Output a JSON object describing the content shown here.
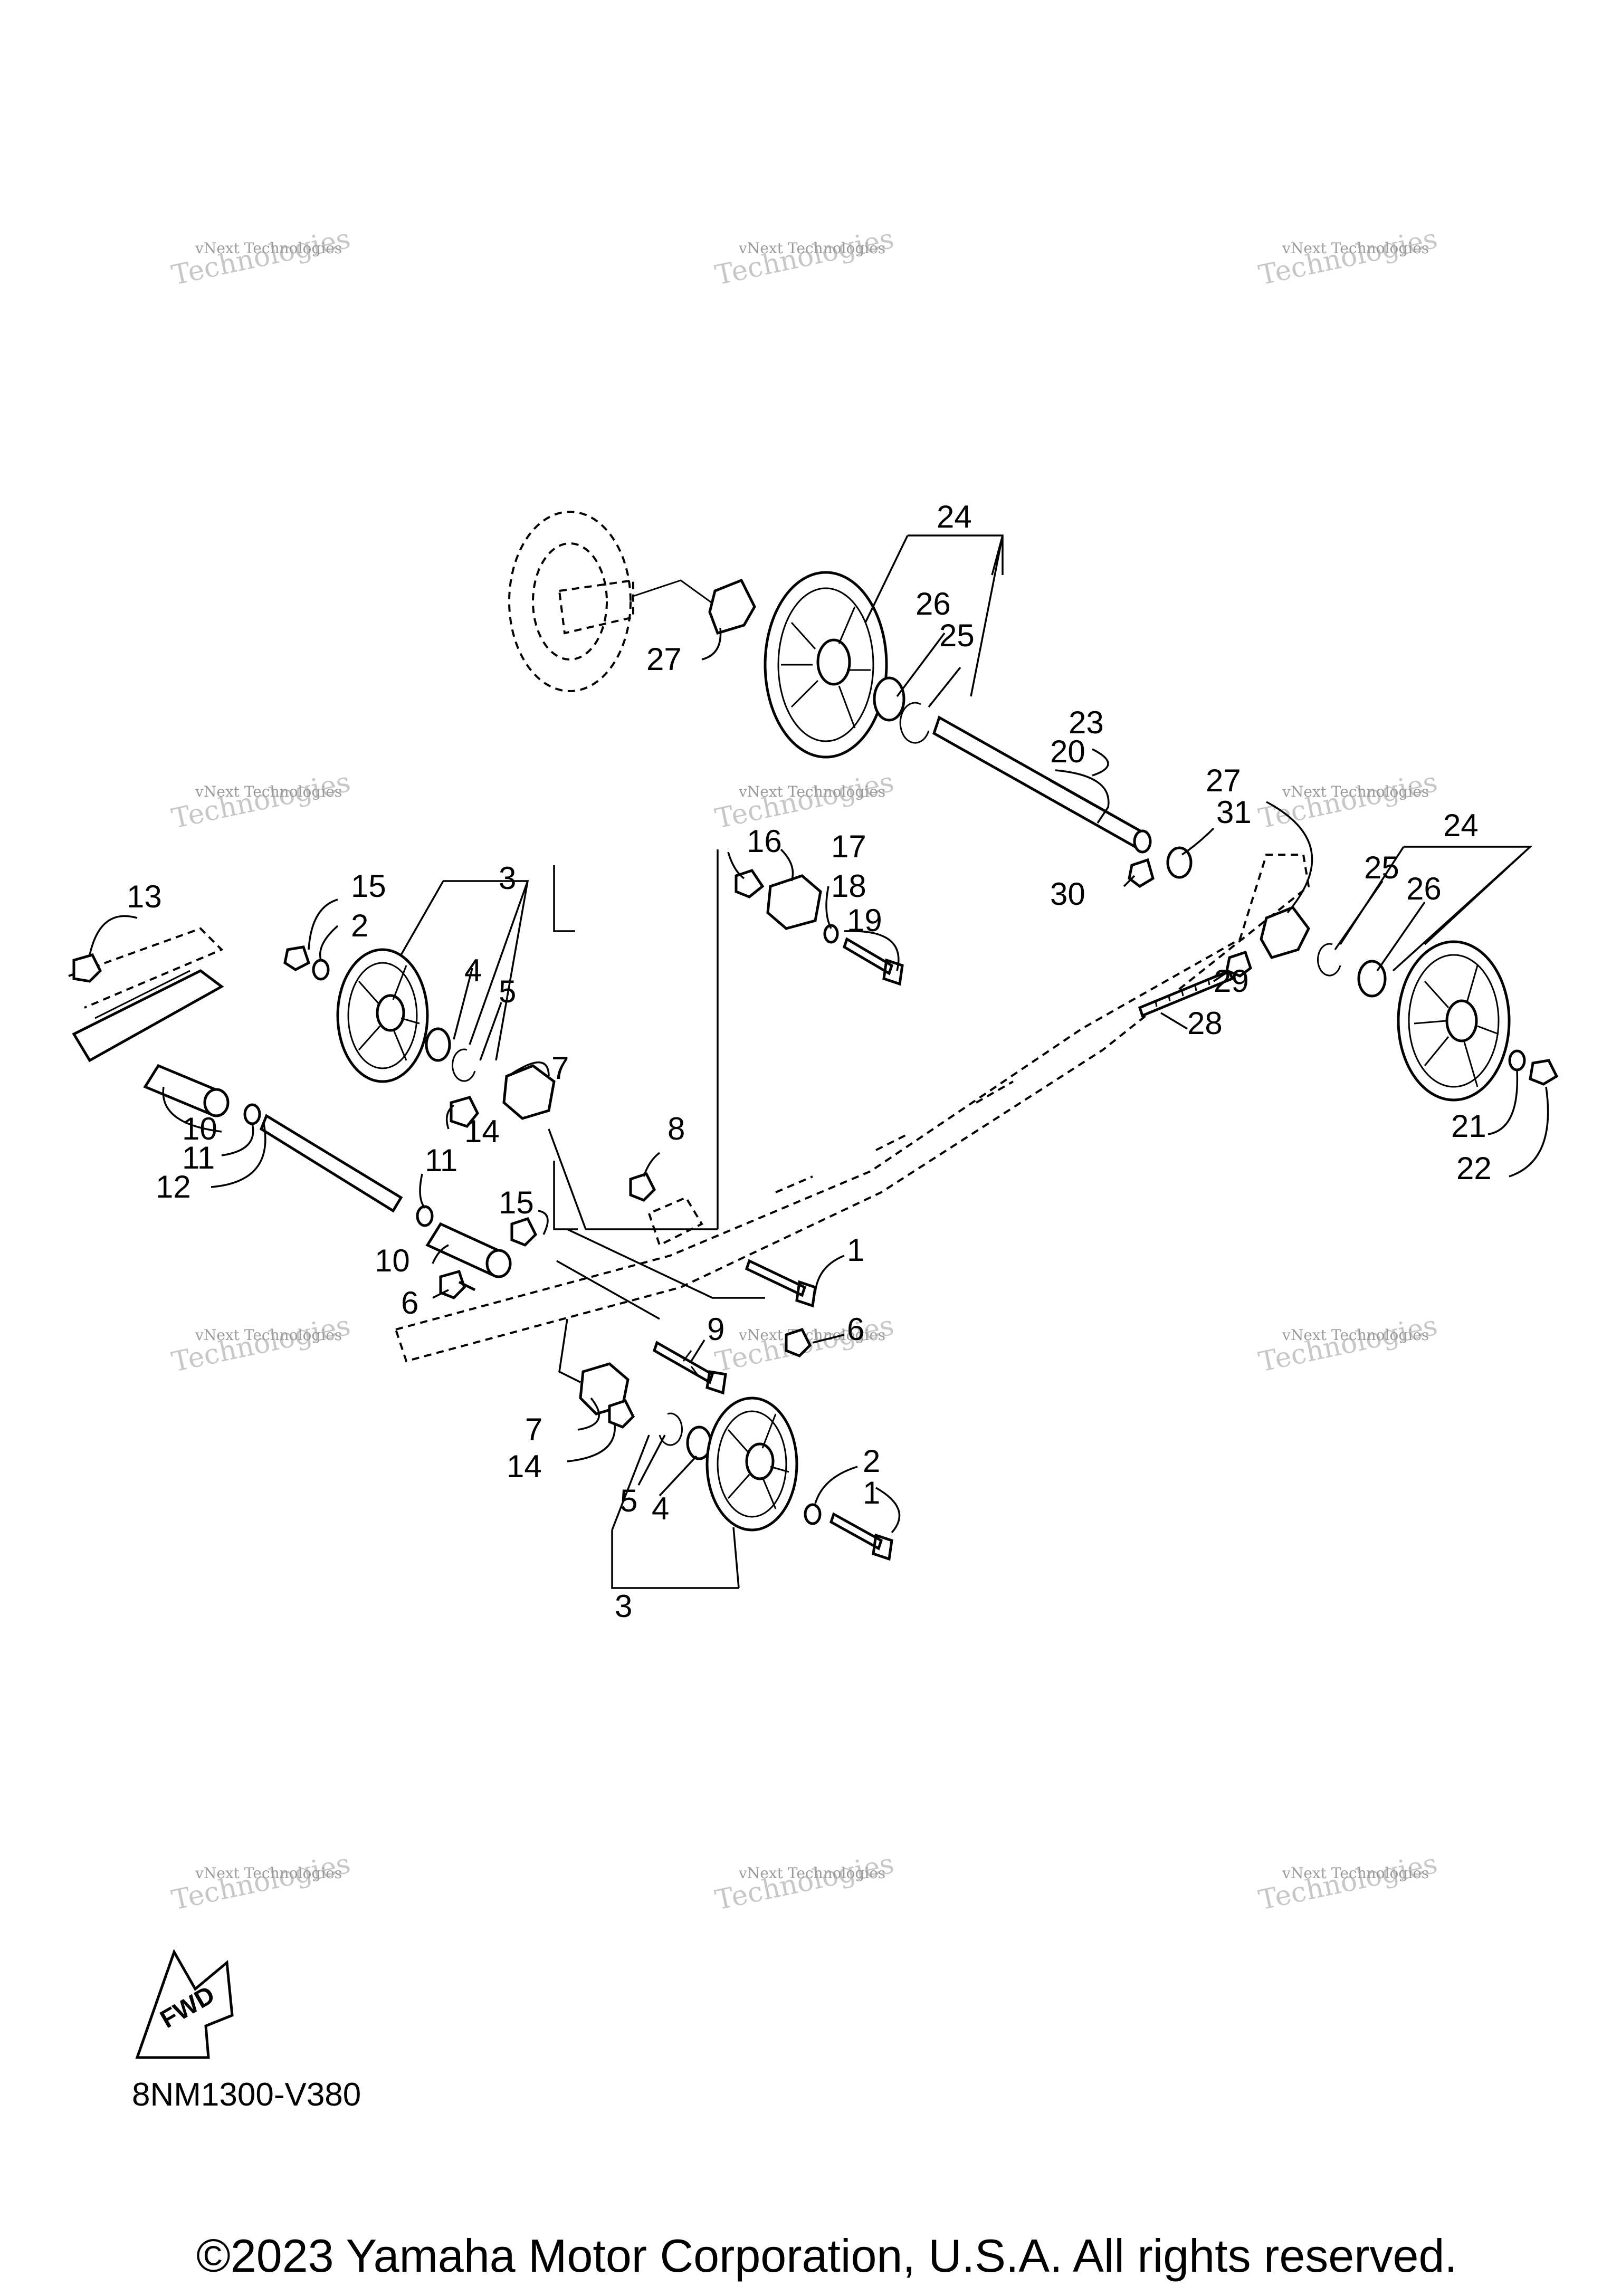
{
  "diagram_code": "8NM1300-V380",
  "copyright": "©2023 Yamaha Motor Corporation, U.S.A. All rights reserved.",
  "fwd_label": "FWD",
  "watermark": {
    "line1": "vNext Technologies",
    "line2": "vNext",
    "line3": "Technologies"
  },
  "callouts": {
    "c1a": "1",
    "c1b": "1",
    "c2a": "2",
    "c2b": "2",
    "c3a": "3",
    "c3b": "3",
    "c4a": "4",
    "c4b": "4",
    "c5a": "5",
    "c5b": "5",
    "c6a": "6",
    "c6b": "6",
    "c7a": "7",
    "c7b": "7",
    "c8": "8",
    "c9": "9",
    "c10a": "10",
    "c10b": "10",
    "c11a": "11",
    "c11b": "11",
    "c12": "12",
    "c13": "13",
    "c14a": "14",
    "c14b": "14",
    "c15a": "15",
    "c15b": "15",
    "c16": "16",
    "c17": "17",
    "c18": "18",
    "c19": "19",
    "c20": "20",
    "c21": "21",
    "c22": "22",
    "c23": "23",
    "c24a": "24",
    "c24b": "24",
    "c25a": "25",
    "c25b": "25",
    "c26a": "26",
    "c26b": "26",
    "c27a": "27",
    "c27b": "27",
    "c28": "28",
    "c29": "29",
    "c30": "30",
    "c31": "31"
  }
}
